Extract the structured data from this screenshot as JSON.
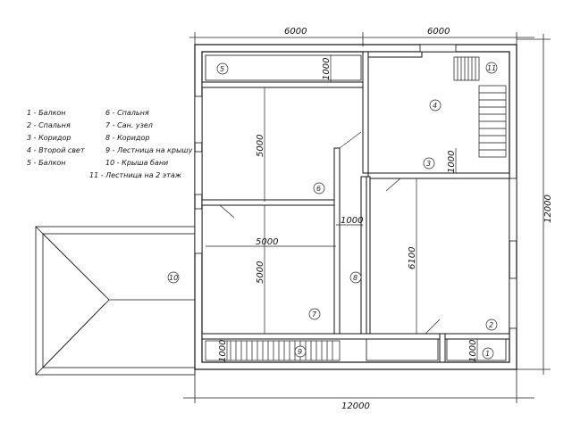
{
  "dimensions": {
    "top_left": "6000",
    "top_right": "6000",
    "bottom": "12000",
    "right": "12000",
    "balcony_top_width": "1000",
    "bedroom_top_height": "5000",
    "bedroom_bottom_height": "5000",
    "bedroom_width": "5000",
    "corridor_width": "1000",
    "corridor_upper": "1000",
    "right_room_height": "6100",
    "stair_bottom": "1000",
    "balcony_bottom": "1000"
  },
  "legend": {
    "col1": [
      "1 - Балкон",
      "2 - Спальня",
      "3 - Коридор",
      "4 - Второй свет",
      "5 - Балкон"
    ],
    "col2": [
      "6 - Спальня",
      "7 - Сан. узел",
      "8 - Коридор",
      "9 - Лестница на крышу",
      "10 - Крыша бани",
      "11 - Лестница на 2 этаж"
    ]
  },
  "rooms": {
    "r1": "1",
    "r2": "2",
    "r3": "3",
    "r4": "4",
    "r5": "5",
    "r6": "6",
    "r7": "7",
    "r8": "8",
    "r9": "9",
    "r10": "10",
    "r11": "11"
  }
}
